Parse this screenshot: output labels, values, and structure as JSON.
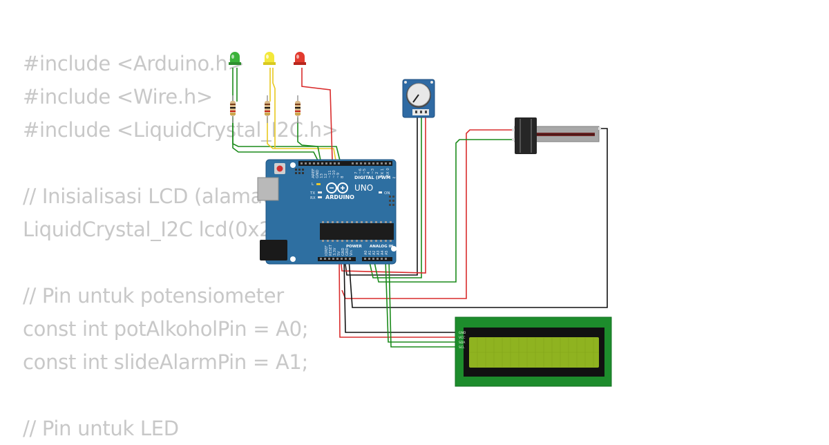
{
  "code_lines": [
    "#include <Arduino.h>",
    "#include <Wire.h>",
    "#include <LiquidCrystal_I2C.h>",
    "",
    "// Inisialisasi LCD (alamat I2C: 0x27)",
    "LiquidCrystal_I2C lcd(0x27, 16, 2);",
    "",
    "// Pin untuk potensiometer",
    "const int potAlkoholPin = A0;",
    "const int slideAlarmPin = A1;",
    "",
    "// Pin untuk LED"
  ],
  "arduino": {
    "model": "UNO",
    "brand": "ARDUINO",
    "digital_header": "DIGITAL (PWM ~)",
    "power_header": "POWER",
    "analog_header": "ANALOG IN",
    "on_label": "ON",
    "tx_label": "TX",
    "rx_label": "RX",
    "l_label": "L",
    "digital_pins": [
      "AREF",
      "GND",
      "13",
      "12",
      "~11",
      "~10",
      "~9",
      "8",
      "7",
      "~6",
      "~5",
      "4",
      "~3",
      "2",
      "TX 1",
      "RX 0"
    ],
    "power_pins": [
      "IOREF",
      "RESET",
      "3.3V",
      "5V",
      "GND",
      "GND",
      "Vin"
    ],
    "analog_pins": [
      "A0",
      "A1",
      "A2",
      "A3",
      "A4",
      "A5"
    ]
  },
  "lcd": {
    "pins": [
      "GND",
      "VCC",
      "SDA",
      "SCL"
    ]
  },
  "colors": {
    "board": "#2e6fa1",
    "lcd_pcb": "#1d8c2c",
    "lcd_screen": "#8fb320",
    "led_green": "#3bb23a",
    "led_yellow": "#f3e83a",
    "led_red": "#e23a2e",
    "wire_green": "#1a8a1a",
    "wire_yellow": "#e8c81e",
    "wire_red": "#d92b2b",
    "wire_black": "#111111"
  }
}
